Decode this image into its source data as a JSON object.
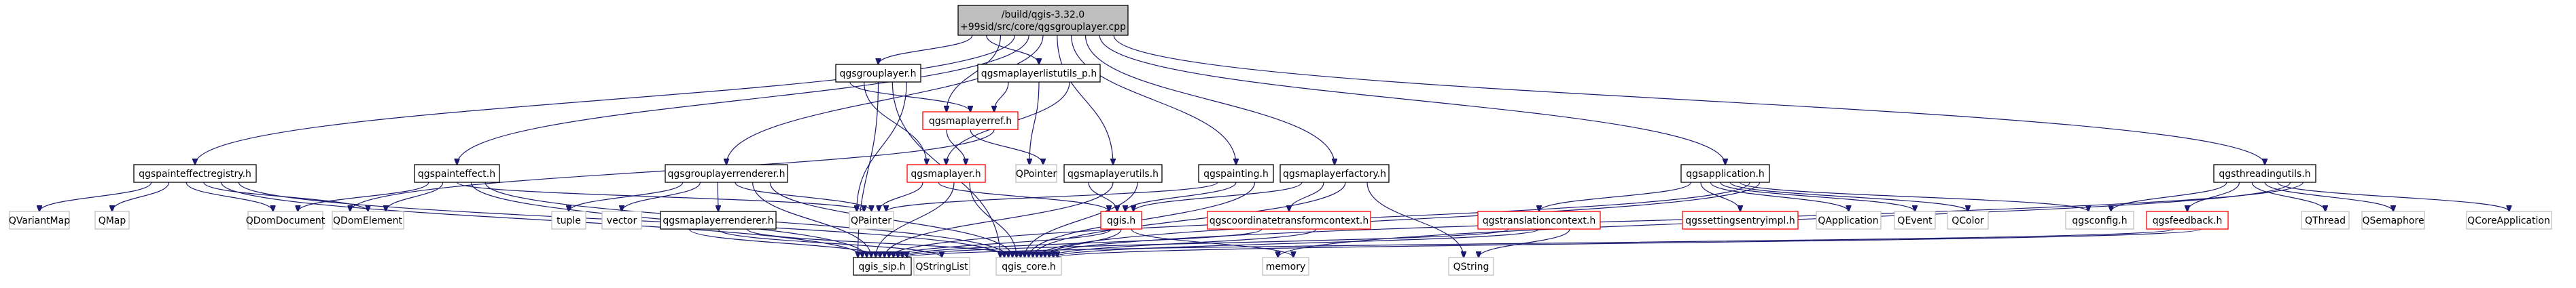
{
  "diagram": {
    "root": {
      "line1": "/build/qgis-3.32.0",
      "line2": "+99sid/src/core/qgsgrouplayer.cpp"
    },
    "nodes": [
      {
        "id": "qgsgrouplayer_h",
        "label": "qgsgrouplayer.h",
        "style": "black"
      },
      {
        "id": "qgsmaplayerlistutils_p_h",
        "label": "qgsmaplayerlistutils_p.h",
        "style": "black"
      },
      {
        "id": "qgsmaplayerref_h",
        "label": "qgsmaplayerref.h",
        "style": "red"
      },
      {
        "id": "qgspainteffectregistry_h",
        "label": "qgspainteffectregistry.h",
        "style": "black"
      },
      {
        "id": "qgspainteffect_h",
        "label": "qgspainteffect.h",
        "style": "black"
      },
      {
        "id": "qgsgrouplayerrenderer_h",
        "label": "qgsgrouplayerrenderer.h",
        "style": "black"
      },
      {
        "id": "qgsmaplayer_h",
        "label": "qgsmaplayer.h",
        "style": "red"
      },
      {
        "id": "qgsmaplayerutils_h",
        "label": "qgsmaplayerutils.h",
        "style": "black"
      },
      {
        "id": "qgspainting_h",
        "label": "qgspainting.h",
        "style": "black"
      },
      {
        "id": "qgsmaplayerfactory_h",
        "label": "qgsmaplayerfactory.h",
        "style": "black"
      },
      {
        "id": "qgsapplication_h",
        "label": "qgsapplication.h",
        "style": "black"
      },
      {
        "id": "qgsthreadingutils_h",
        "label": "qgsthreadingutils.h",
        "style": "black"
      },
      {
        "id": "qpointer",
        "label": "QPointer",
        "style": "grey"
      },
      {
        "id": "qvariantmap",
        "label": "QVariantMap",
        "style": "grey"
      },
      {
        "id": "qmap",
        "label": "QMap",
        "style": "grey"
      },
      {
        "id": "qdomdocument",
        "label": "QDomDocument",
        "style": "grey"
      },
      {
        "id": "qdomelement",
        "label": "QDomElement",
        "style": "grey"
      },
      {
        "id": "tuple",
        "label": "tuple",
        "style": "grey"
      },
      {
        "id": "vector",
        "label": "vector",
        "style": "grey"
      },
      {
        "id": "qgsmaplayerrenderer_h",
        "label": "qgsmaplayerrenderer.h",
        "style": "black"
      },
      {
        "id": "qpainter",
        "label": "QPainter",
        "style": "grey"
      },
      {
        "id": "qgis_h",
        "label": "qgis.h",
        "style": "red"
      },
      {
        "id": "qgscoordinatetransformcontext_h",
        "label": "qgscoordinatetransformcontext.h",
        "style": "red"
      },
      {
        "id": "qgstranslationcontext_h",
        "label": "qgstranslationcontext.h",
        "style": "red"
      },
      {
        "id": "qgssettingsentryimpl_h",
        "label": "qgssettingsentryimpl.h",
        "style": "red"
      },
      {
        "id": "qapplication",
        "label": "QApplication",
        "style": "grey"
      },
      {
        "id": "qevent",
        "label": "QEvent",
        "style": "grey"
      },
      {
        "id": "qcolor",
        "label": "QColor",
        "style": "grey"
      },
      {
        "id": "qgsconfig_h",
        "label": "qgsconfig.h",
        "style": "grey"
      },
      {
        "id": "qgsfeedback_h",
        "label": "qgsfeedback.h",
        "style": "red"
      },
      {
        "id": "qthread",
        "label": "QThread",
        "style": "grey"
      },
      {
        "id": "qsemaphore",
        "label": "QSemaphore",
        "style": "grey"
      },
      {
        "id": "qcoreapplication",
        "label": "QCoreApplication",
        "style": "grey"
      },
      {
        "id": "qgis_sip_h",
        "label": "qgis_sip.h",
        "style": "black"
      },
      {
        "id": "qstringlist",
        "label": "QStringList",
        "style": "grey"
      },
      {
        "id": "qgis_core_h",
        "label": "qgis_core.h",
        "style": "grey"
      },
      {
        "id": "memory",
        "label": "memory",
        "style": "grey"
      },
      {
        "id": "qstring",
        "label": "QString",
        "style": "grey"
      }
    ],
    "edges": [
      [
        "root",
        "qgsgrouplayer_h"
      ],
      [
        "root",
        "qgsmaplayerlistutils_p_h"
      ],
      [
        "root",
        "qgsmaplayerref_h"
      ],
      [
        "root",
        "qgspainteffectregistry_h"
      ],
      [
        "root",
        "qgspainteffect_h"
      ],
      [
        "root",
        "qgsgrouplayerrenderer_h"
      ],
      [
        "root",
        "qgsmaplayerutils_h"
      ],
      [
        "root",
        "qgspainting_h"
      ],
      [
        "root",
        "qgsmaplayerfactory_h"
      ],
      [
        "root",
        "qgsapplication_h"
      ],
      [
        "root",
        "qgsthreadingutils_h"
      ],
      [
        "qgsgrouplayer_h",
        "qgsmaplayerref_h"
      ],
      [
        "qgsgrouplayer_h",
        "qgsmaplayer_h"
      ],
      [
        "qgsgrouplayer_h",
        "qgis_sip_h"
      ],
      [
        "qgsgrouplayer_h",
        "qgis_core_h"
      ],
      [
        "qgsgrouplayer_h",
        "qpainter"
      ],
      [
        "qgsmaplayerlistutils_p_h",
        "qgsmaplayerref_h"
      ],
      [
        "qgsmaplayerlistutils_p_h",
        "qpointer"
      ],
      [
        "qgsmaplayerlistutils_p_h",
        "qgsmaplayer_h"
      ],
      [
        "qgsmaplayerref_h",
        "qgsmaplayer_h"
      ],
      [
        "qgsmaplayerref_h",
        "qpointer"
      ],
      [
        "qgsmaplayerref_h",
        "qdomelement"
      ],
      [
        "qgspainteffectregistry_h",
        "qvariantmap"
      ],
      [
        "qgspainteffectregistry_h",
        "qmap"
      ],
      [
        "qgspainteffectregistry_h",
        "qdomdocument"
      ],
      [
        "qgspainteffectregistry_h",
        "qdomelement"
      ],
      [
        "qgspainteffectregistry_h",
        "qgis_sip_h"
      ],
      [
        "qgspainteffectregistry_h",
        "qgis_core_h"
      ],
      [
        "qgspainteffect_h",
        "qdomdocument"
      ],
      [
        "qgspainteffect_h",
        "qdomelement"
      ],
      [
        "qgspainteffect_h",
        "qpainter"
      ],
      [
        "qgspainteffect_h",
        "qgis_sip_h"
      ],
      [
        "qgspainteffect_h",
        "qgis_core_h"
      ],
      [
        "qgsgrouplayerrenderer_h",
        "tuple"
      ],
      [
        "qgsgrouplayerrenderer_h",
        "vector"
      ],
      [
        "qgsgrouplayerrenderer_h",
        "qgsmaplayerrenderer_h"
      ],
      [
        "qgsgrouplayerrenderer_h",
        "qpainter"
      ],
      [
        "qgsgrouplayerrenderer_h",
        "qgis_sip_h"
      ],
      [
        "qgsgrouplayerrenderer_h",
        "qgis_core_h"
      ],
      [
        "qgsmaplayer_h",
        "qpainter"
      ],
      [
        "qgsmaplayer_h",
        "qgis_h"
      ],
      [
        "qgsmaplayer_h",
        "qgis_sip_h"
      ],
      [
        "qgsmaplayer_h",
        "qgis_core_h"
      ],
      [
        "qgsmaplayerrenderer_h",
        "qgis_sip_h"
      ],
      [
        "qgsmaplayerrenderer_h",
        "qstringlist"
      ],
      [
        "qgsmaplayerrenderer_h",
        "qgis_core_h"
      ],
      [
        "qgsmaplayerutils_h",
        "qgis_h"
      ],
      [
        "qgsmaplayerutils_h",
        "qgis_sip_h"
      ],
      [
        "qgsmaplayerutils_h",
        "qgis_core_h"
      ],
      [
        "qgspainting_h",
        "qpainter"
      ],
      [
        "qgspainting_h",
        "qgis_h"
      ],
      [
        "qgspainting_h",
        "qgis_core_h"
      ],
      [
        "qgsmaplayerfactory_h",
        "qgis_h"
      ],
      [
        "qgsmaplayerfactory_h",
        "qgscoordinatetransformcontext_h"
      ],
      [
        "qgsmaplayerfactory_h",
        "qgis_core_h"
      ],
      [
        "qgsmaplayerfactory_h",
        "qstring"
      ],
      [
        "qgsapplication_h",
        "qgstranslationcontext_h"
      ],
      [
        "qgsapplication_h",
        "qgssettingsentryimpl_h"
      ],
      [
        "qgsapplication_h",
        "qapplication"
      ],
      [
        "qgsapplication_h",
        "qevent"
      ],
      [
        "qgsapplication_h",
        "qcolor"
      ],
      [
        "qgsapplication_h",
        "qgsconfig_h"
      ],
      [
        "qgsapplication_h",
        "qgis_sip_h"
      ],
      [
        "qgsapplication_h",
        "qgis_core_h"
      ],
      [
        "qgsthreadingutils_h",
        "qgsconfig_h"
      ],
      [
        "qgsthreadingutils_h",
        "qgsfeedback_h"
      ],
      [
        "qgsthreadingutils_h",
        "qthread"
      ],
      [
        "qgsthreadingutils_h",
        "qsemaphore"
      ],
      [
        "qgsthreadingutils_h",
        "qcoreapplication"
      ],
      [
        "qgsthreadingutils_h",
        "memory"
      ],
      [
        "qgsthreadingutils_h",
        "qgis_core_h"
      ],
      [
        "qgis_h",
        "qgis_sip_h"
      ],
      [
        "qgis_h",
        "qgis_core_h"
      ],
      [
        "qgis_h",
        "memory"
      ],
      [
        "qgscoordinatetransformcontext_h",
        "qgis_sip_h"
      ],
      [
        "qgscoordinatetransformcontext_h",
        "qgis_core_h"
      ],
      [
        "qgstranslationcontext_h",
        "qgis_sip_h"
      ],
      [
        "qgstranslationcontext_h",
        "qgis_core_h"
      ],
      [
        "qgstranslationcontext_h",
        "qstring"
      ],
      [
        "qgsfeedback_h",
        "qgis_sip_h"
      ],
      [
        "qgsfeedback_h",
        "qgis_core_h"
      ]
    ]
  }
}
